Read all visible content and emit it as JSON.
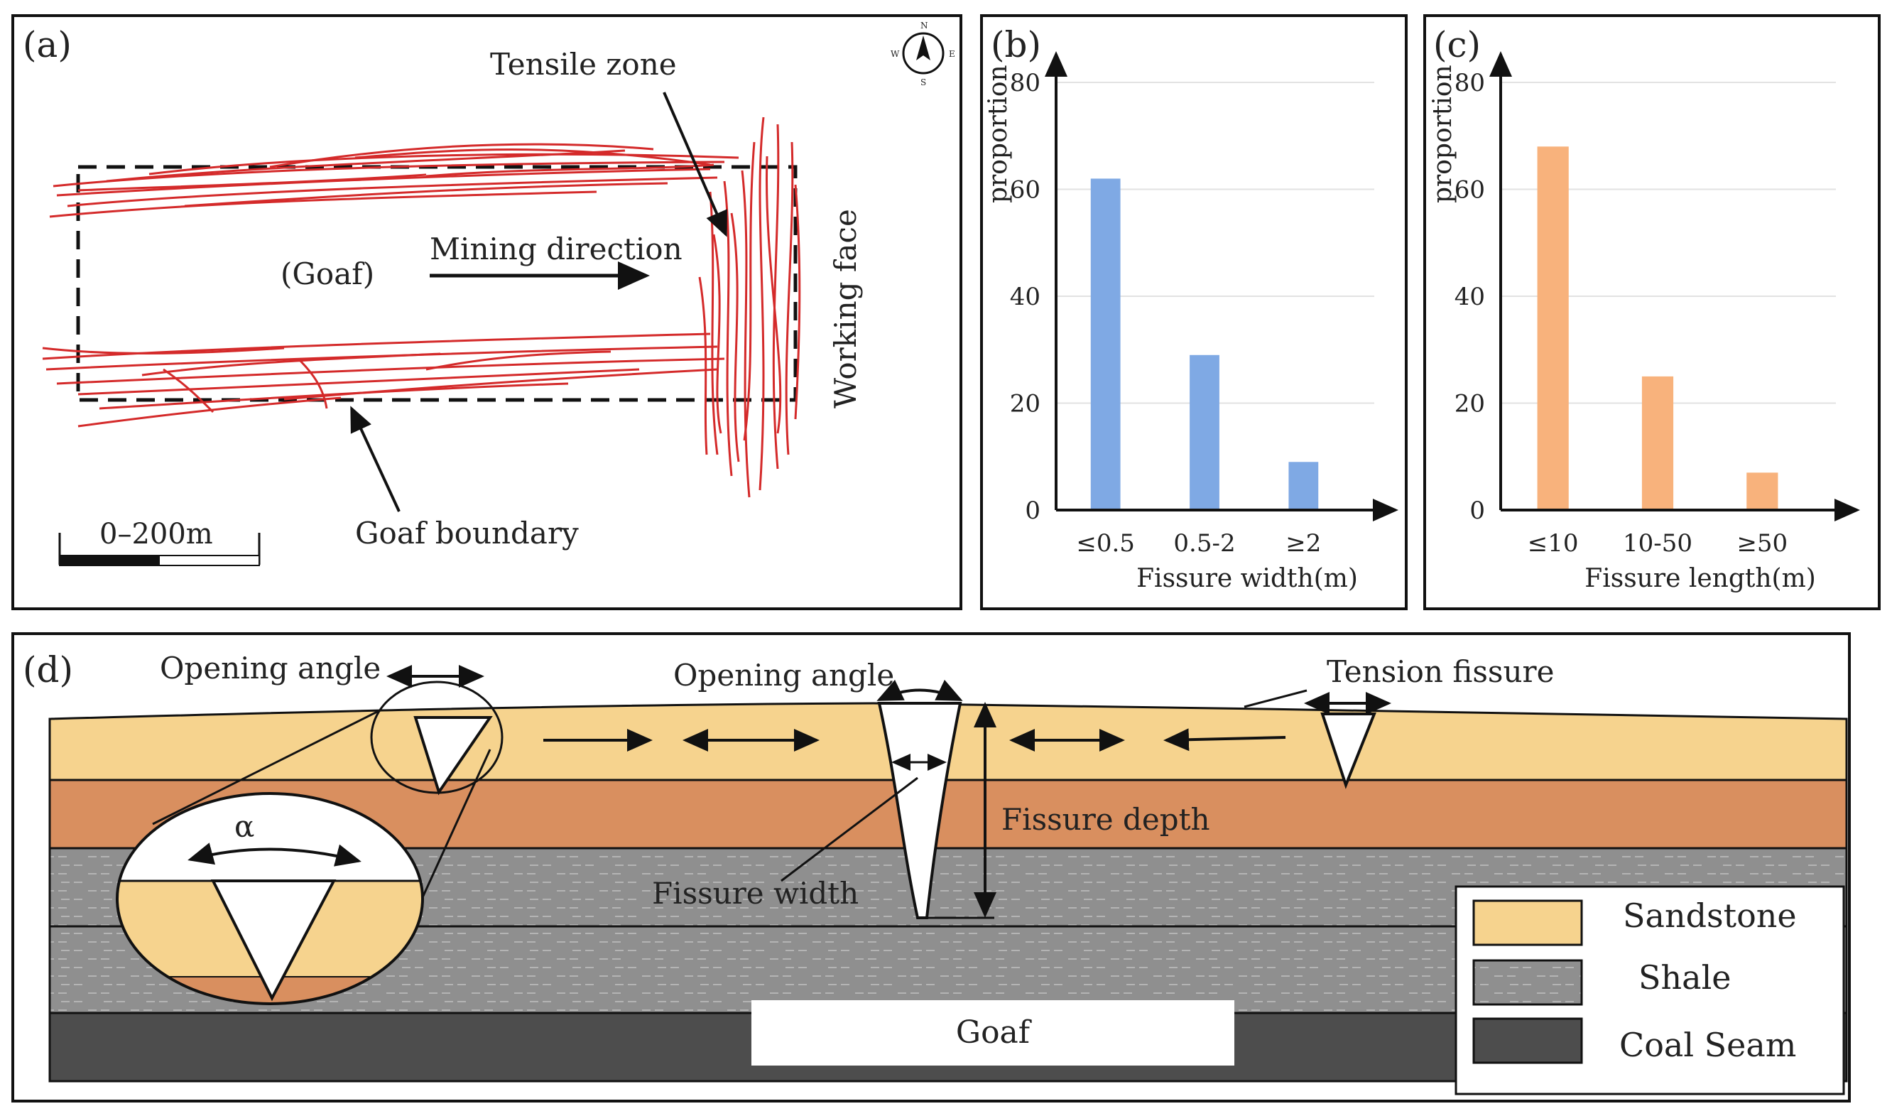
{
  "panels": {
    "a": {
      "letter": "(a)",
      "tensile_zone": "Tensile zone",
      "mining_direction": "Mining direction",
      "goaf": "(Goaf)",
      "working_face": "Working face",
      "goaf_boundary": "Goaf boundary",
      "scale_bar": "0–200m",
      "compass_letters": {
        "n": "N",
        "s": "S",
        "w": "W",
        "e": "E"
      },
      "colors": {
        "fissure": "#d42a2a",
        "boundary": "#111111"
      }
    },
    "b": {
      "letter": "(b)",
      "chart_data": {
        "type": "bar",
        "categories": [
          "≤0.5",
          "0.5-2",
          "≥2"
        ],
        "values": [
          62,
          29,
          9
        ],
        "ylabel": "proportion",
        "xlabel": "Fissure width(m)",
        "ylim": [
          0,
          80
        ],
        "yticks": [
          "0",
          "20",
          "40",
          "60",
          "80"
        ],
        "grid": true,
        "color": "#7fa9e4"
      }
    },
    "c": {
      "letter": "(c)",
      "chart_data": {
        "type": "bar",
        "categories": [
          "≤10",
          "10-50",
          "≥50"
        ],
        "values": [
          68,
          25,
          7
        ],
        "ylabel": "proportion",
        "xlabel": "Fissure length(m)",
        "ylim": [
          0,
          80
        ],
        "yticks": [
          "0",
          "20",
          "40",
          "60",
          "80"
        ],
        "grid": true,
        "color": "#f8b27c"
      }
    },
    "d": {
      "letter": "(d)",
      "opening_angle_left": "Opening angle",
      "opening_angle_mid": "Opening angle",
      "tension_fissure": "Tension fissure",
      "fissure_depth": "Fissure depth",
      "fissure_width": "Fissure width",
      "alpha": "α",
      "goaf": "Goaf",
      "legend": [
        {
          "label": "Sandstone",
          "color": "#f6d38e"
        },
        {
          "label": "Shale",
          "color": "#8f8f8f"
        },
        {
          "label": "Coal Seam",
          "color": "#4d4d4d"
        }
      ],
      "layer_colors": {
        "sandstone": "#f6d38e",
        "mudstone": "#d98f5f",
        "shale": "#8f8f8f",
        "coal": "#4d4d4d"
      }
    }
  }
}
